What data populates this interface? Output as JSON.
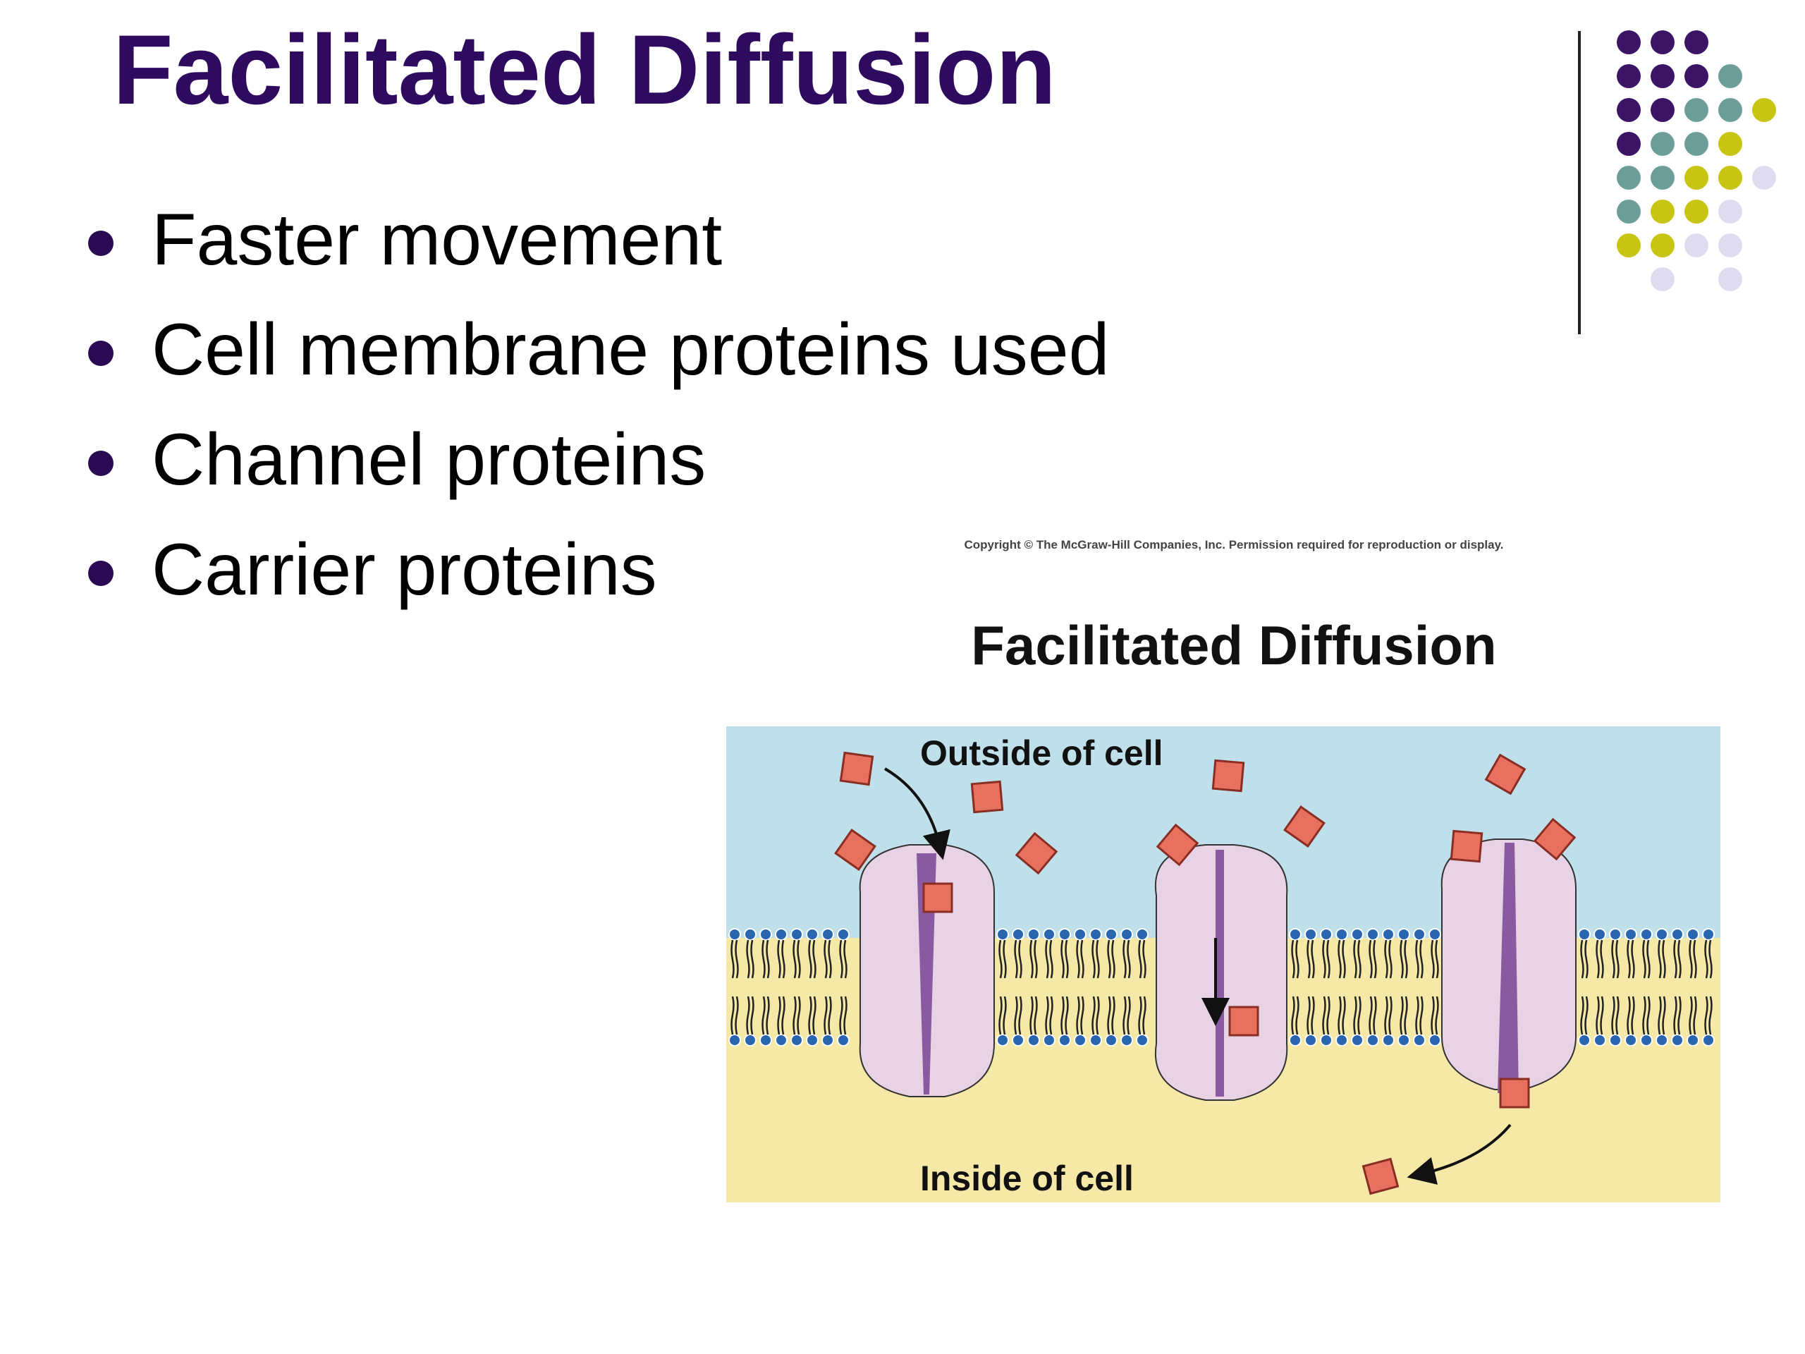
{
  "slide": {
    "title": "Facilitated Diffusion",
    "bullets": [
      "Faster movement",
      "Cell membrane proteins used",
      "Channel proteins",
      "Carrier proteins"
    ]
  },
  "figure": {
    "copyright": "Copyright © The McGraw-Hill Companies, Inc. Permission required for reproduction or display.",
    "title": "Facilitated Diffusion",
    "outside_label": "Outside of cell",
    "inside_label": "Inside of cell"
  },
  "colors": {
    "title": "#2e0b5e",
    "dot_purple": "#3b1466",
    "dot_teal": "#6e9e9a",
    "dot_yellow": "#c8c414",
    "dot_lavender": "#dedcee",
    "outside_fluid": "#bfe0ea",
    "inside_fluid": "#f6e9a8",
    "protein": "#e8d3e6",
    "molecule": "#e8705f"
  }
}
